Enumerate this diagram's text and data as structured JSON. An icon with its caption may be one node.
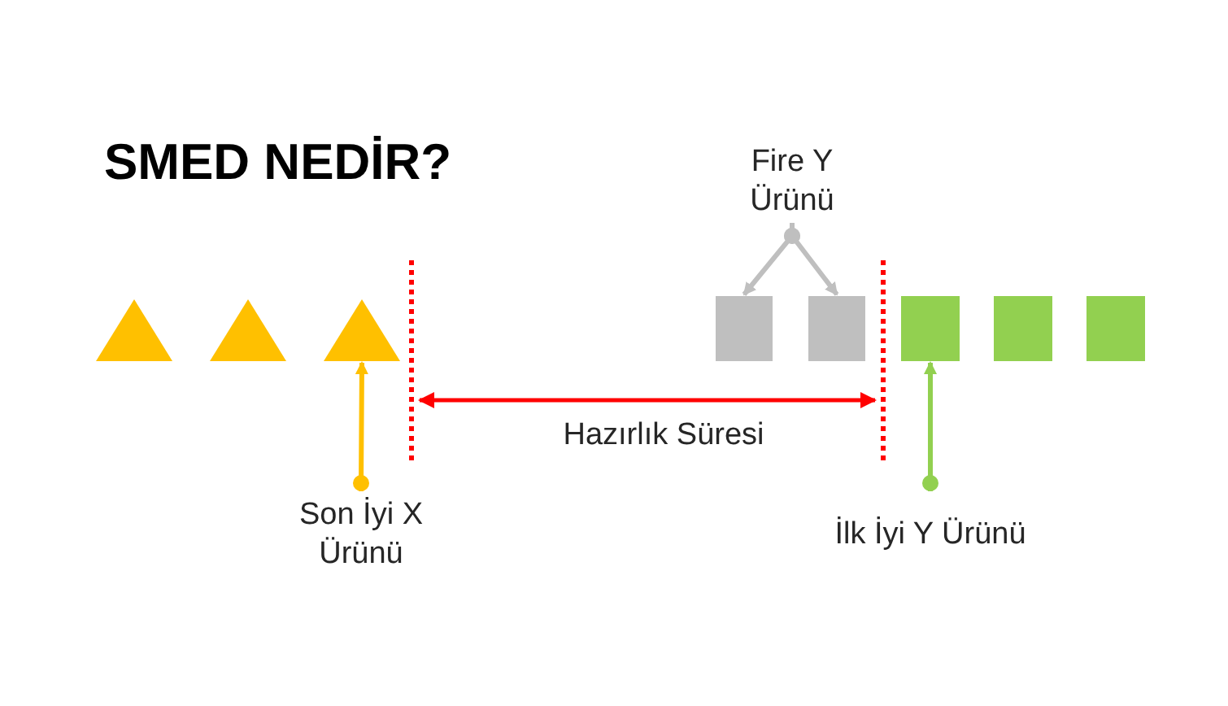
{
  "diagram": {
    "title": "SMED NEDİR?",
    "nodes": [
      {
        "text": [],
        "shape": "triangle"
      },
      {
        "text": [],
        "shape": "triangle"
      },
      {
        "text": [],
        "shape": "triangle"
      },
      {
        "text": [],
        "shape": "box"
      },
      {
        "text": [],
        "shape": "box"
      },
      {
        "text": [],
        "shape": "box"
      },
      {
        "text": [],
        "shape": "box"
      },
      {
        "text": [],
        "shape": "box"
      },
      {
        "text": [
          "Fire Y Ürünü"
        ]
      },
      {
        "text": [
          "Son İyi X Ürünü"
        ]
      },
      {
        "text": [
          "İlk İyi Y Ürünü"
        ]
      }
    ],
    "edges": [
      {
        "from": 8,
        "to": 3,
        "arrow": "to",
        "color": "#bfbfbf"
      },
      {
        "from": 8,
        "to": 4,
        "arrow": "to",
        "color": "#bfbfbf"
      },
      {
        "from": 9,
        "to": 2,
        "arrow": "to",
        "color": "#ffc000"
      },
      {
        "from": 10,
        "to": 5,
        "arrow": "to",
        "color": "#92d050"
      }
    ],
    "labels": [
      "Hazırlık Süresi"
    ]
  }
}
